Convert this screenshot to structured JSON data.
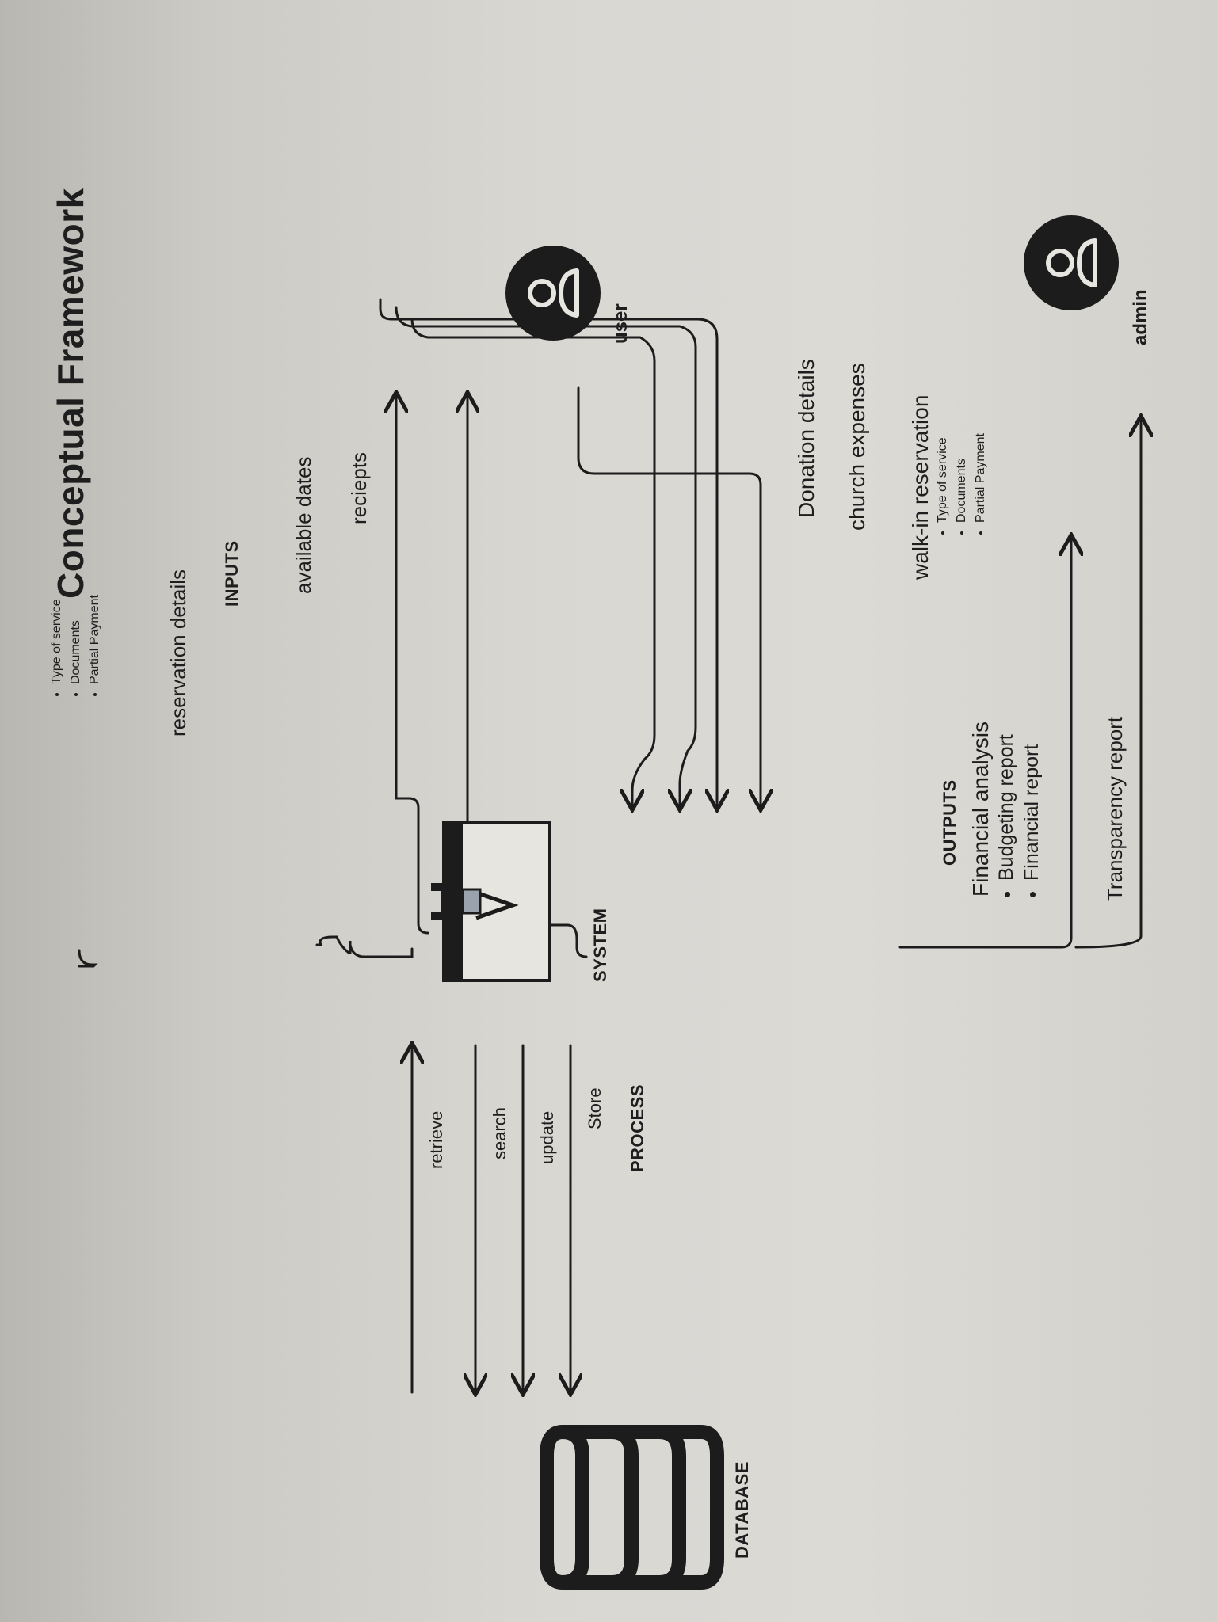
{
  "title": "Conceptual Framework",
  "sections": {
    "inputs": "INPUTS",
    "outputs": "OUTPUTS",
    "process": "PROCESS"
  },
  "actors": {
    "user": "user",
    "admin": "admin",
    "system": "SYSTEM",
    "database": "DATABASE"
  },
  "flows": {
    "reciepts": "reciepts",
    "available_dates": "available dates",
    "reservation_details": "reservation details",
    "donation_details": "Donation details",
    "church_expenses": "church expenses",
    "walk_in_reservation": "walk-in reservation",
    "transparency_report": "Transparency report",
    "financial_analysis": "Financial analysis"
  },
  "reservation_items": [
    "Type of service",
    "Documents",
    "Partial Payment"
  ],
  "walk_in_items": [
    "Type of service",
    "Documents",
    "Partial Payment"
  ],
  "financial_items": [
    "Budgeting report",
    "Financial report"
  ],
  "process_steps": [
    "Store",
    "update",
    "search",
    "retrieve"
  ],
  "icons": [
    "user-icon",
    "admin-icon",
    "monitor-check-icon",
    "database-icon"
  ]
}
